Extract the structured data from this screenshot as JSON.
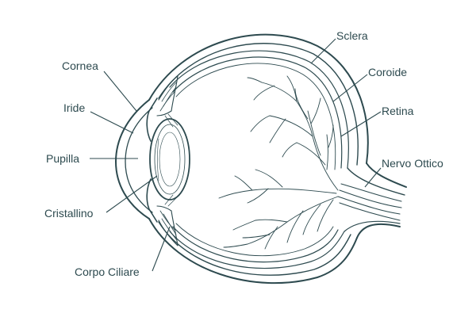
{
  "diagram": {
    "labels": {
      "cornea": "Cornea",
      "iride": "Iride",
      "pupilla": "Pupilla",
      "cristallino": "Cristallino",
      "corpo_ciliare": "Corpo Ciliare",
      "sclera": "Sclera",
      "coroide": "Coroide",
      "retina": "Retina",
      "nervo_ottico": "Nervo Ottico"
    },
    "colors": {
      "ink": "#2d4a4f",
      "background": "#ffffff"
    }
  }
}
